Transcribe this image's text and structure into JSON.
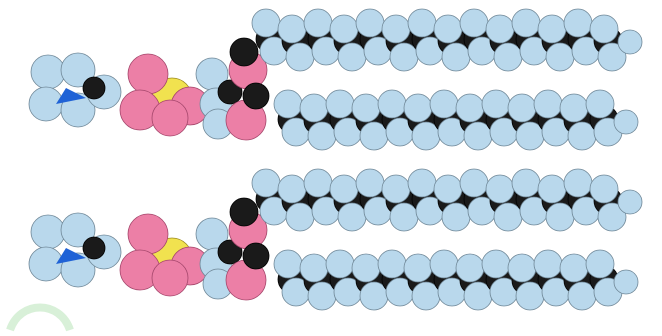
{
  "scene": {
    "subject": "space-filling-molecular-model",
    "molecule_count": 2,
    "chains_per_molecule": 2,
    "colors": {
      "hydrogen": "#b9d8ec",
      "carbon": "#1a1a1a",
      "oxygen": "#ec7fa6",
      "phosphorus": "#f1e24f",
      "nitrogen": "#1f62d6",
      "background": "#ffffff",
      "watermark": "#d8f0d8"
    }
  }
}
